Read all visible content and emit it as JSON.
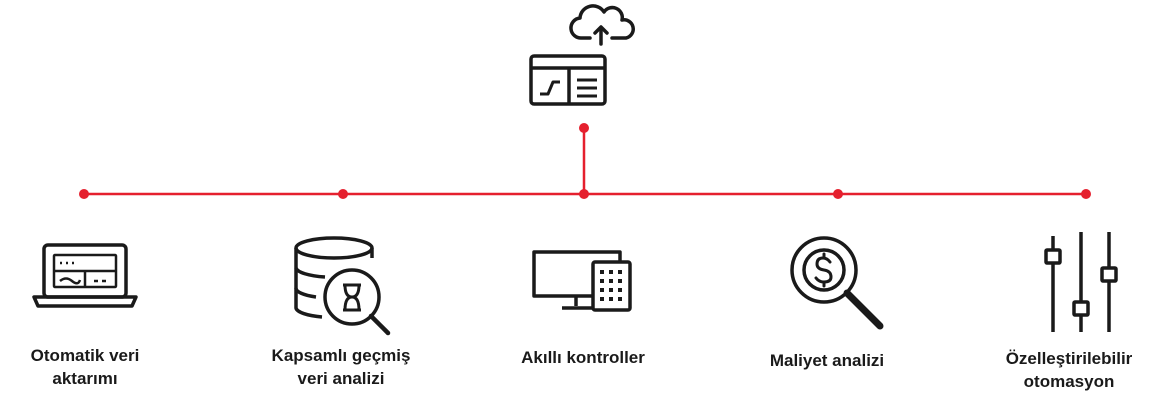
{
  "colors": {
    "accent": "#e5202e",
    "icon": "#1a1a1a",
    "text": "#1a1a1a"
  },
  "top": {
    "icon_names": [
      "cloud-upload-icon",
      "dashboard-window-icon"
    ]
  },
  "items": [
    {
      "icon": "laptop-icon",
      "lines": [
        "Otomatik veri",
        "aktarımı"
      ]
    },
    {
      "icon": "database-search-icon",
      "lines": [
        "Kapsamlı geçmiş",
        "veri analizi"
      ]
    },
    {
      "icon": "computer-controller-icon",
      "lines": [
        "Akıllı kontroller"
      ]
    },
    {
      "icon": "cost-search-icon",
      "lines": [
        "Maliyet analizi"
      ]
    },
    {
      "icon": "sliders-icon",
      "lines": [
        "Özelleştirilebilir",
        "otomasyon"
      ]
    }
  ]
}
